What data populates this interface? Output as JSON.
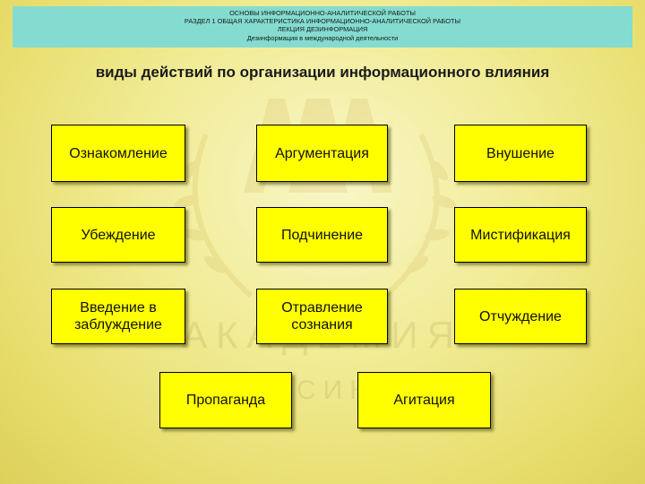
{
  "header": {
    "line1": "ОСНОВЫ ИНФОРМАЦИОННО-АНАЛИТИЧЕСКОЙ РАБОТЫ",
    "line2": "РАЗДЕЛ 1 ОБЩАЯ ХАРАКТЕРИСТИКА ИНФОРМАЦИОННО-АНАЛИТИЧЕСКОЙ РАБОТЫ",
    "line3": "ЛЕКЦИЯ ДЕЗИНФОРМАЦИЯ",
    "line4": "Дезинформация в международной деятельности"
  },
  "title": "виды действий по организации информационного влияния",
  "boxes": [
    "Ознакомление",
    "Аргументация",
    "Внушение",
    "Убеждение",
    "Подчинение",
    "Мистификация",
    "Введение в заблуждение",
    "Отравление сознания",
    "Отчуждение",
    "Пропаганда",
    "Агитация"
  ],
  "watermark": {
    "text": "АКАДЕМИЯ",
    "subtext": "ФСИН"
  },
  "colors": {
    "header_bg": "#83dccf",
    "box_fill": "#ffff00",
    "background": "#f1ec97"
  }
}
